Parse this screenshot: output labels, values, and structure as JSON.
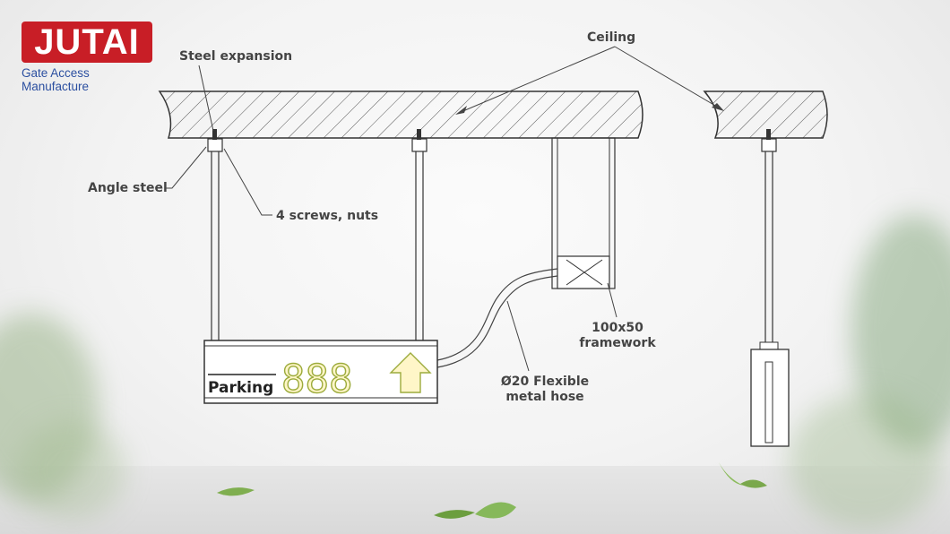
{
  "brand": {
    "logo_text": "JUTAI",
    "tagline": "Gate Access Manufacture",
    "color": "#c81e26"
  },
  "diagram": {
    "labels": {
      "ceiling": "Ceiling",
      "steel_expansion": "Steel expansion",
      "angle_steel": "Angle steel",
      "screws": "4 screws, nuts",
      "framework": "100x50\nframework",
      "hose": "Ø20 Flexible\nmetal hose"
    },
    "sign": {
      "text": "Parking",
      "digits": "888",
      "arrow_icon": "up-arrow-icon",
      "digit_color": "#9cab3c"
    }
  }
}
